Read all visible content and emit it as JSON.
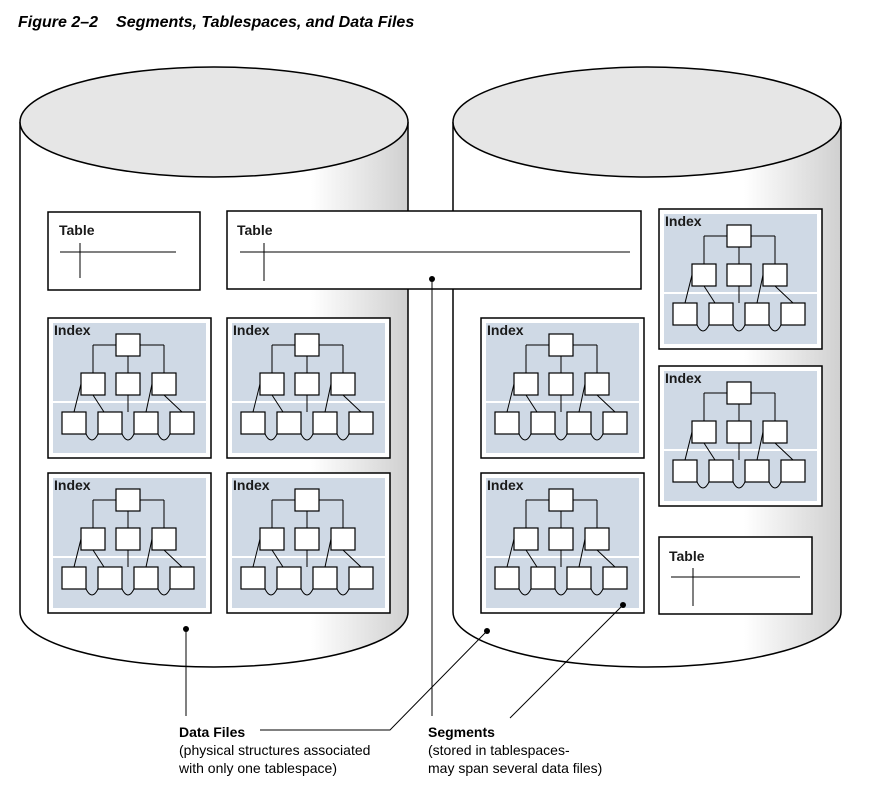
{
  "figure": {
    "number": "Figure 2–2",
    "title": "Segments, Tablespaces, and Data Files"
  },
  "segment_labels": {
    "table": "Table",
    "index": "Index"
  },
  "callouts": {
    "data_files": {
      "heading": "Data Files",
      "lines": [
        "(physical structures associated",
        "with only one tablespace)"
      ]
    },
    "segments": {
      "heading": "Segments",
      "lines": [
        "(stored in tablespaces-",
        "may span several data files)"
      ]
    }
  },
  "colors": {
    "cylinder_fill": "#ffffff",
    "cylinder_top": "#e6e6e6",
    "cylinder_shadow": "#c8c8c8",
    "index_fill": "#cfd9e5",
    "stroke": "#000000"
  }
}
